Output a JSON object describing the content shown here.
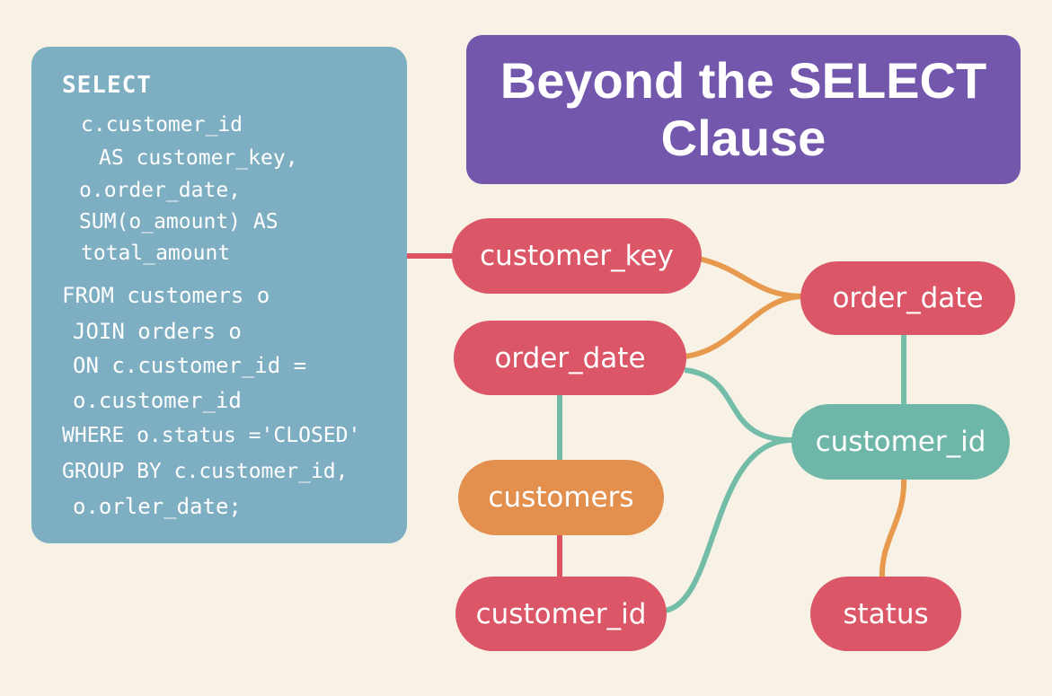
{
  "colors": {
    "background": "#f8f2e6",
    "code_panel": "#7eaec1",
    "title_box": "#7357ad",
    "node_red": "#db5666",
    "node_teal": "#6eb7a8",
    "node_orange": "#e3904f",
    "link_red": "#dd5461",
    "link_orange": "#e79a4d",
    "link_teal": "#72bca8"
  },
  "title": "Beyond the SELECT Clause",
  "code": {
    "lines": [
      "SELECT",
      "c.customer_id",
      "AS customer_key,",
      "o.order_date,",
      "SUM(o_amount) AS",
      "total_amount",
      "FROM customers o",
      "JOIN orders o",
      "ON c.customer_id =",
      "o.customer_id",
      "WHERE o.status ='CLOSED'",
      "GROUP BY c.customer_id,",
      "o.orler_date;"
    ]
  },
  "nodes": {
    "customer_key": "customer_key",
    "order_date_left": "order_date",
    "order_date_right": "order_date",
    "customer_id_right": "customer_id",
    "customers": "customers",
    "customer_id_bottom": "customer_id",
    "status": "status"
  }
}
